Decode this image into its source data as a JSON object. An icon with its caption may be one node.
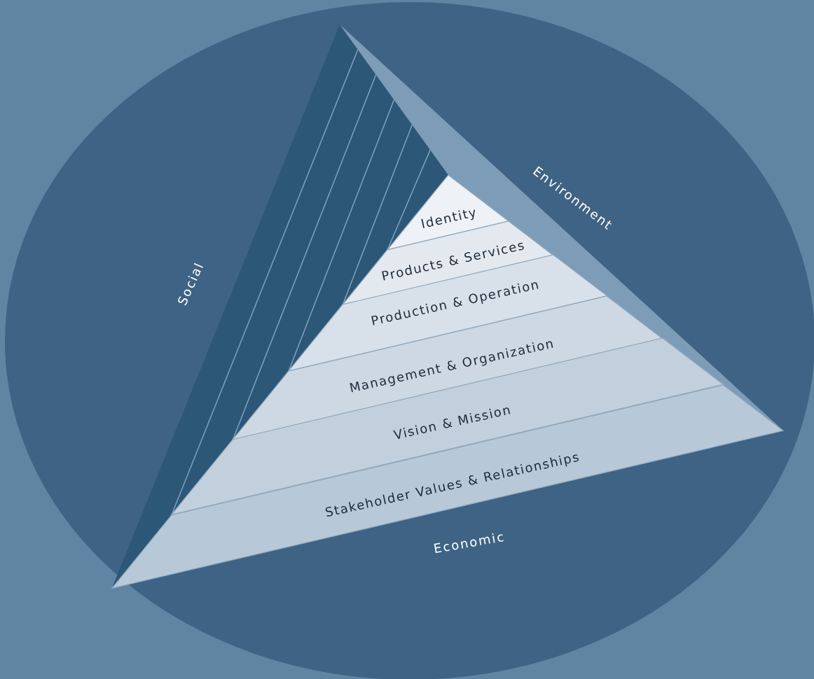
{
  "diagram": {
    "nodes": [
      {
        "text": [
          "Identity"
        ]
      },
      {
        "text": [
          "Products & Services"
        ]
      },
      {
        "text": [
          "Production & Operation"
        ]
      },
      {
        "text": [
          "Management & Organization"
        ]
      },
      {
        "text": [
          "Vision & Mission"
        ]
      },
      {
        "text": [
          "Stakeholder Values & Relationships"
        ]
      }
    ],
    "labels": [
      "Social",
      "Environment",
      "Economic"
    ]
  }
}
